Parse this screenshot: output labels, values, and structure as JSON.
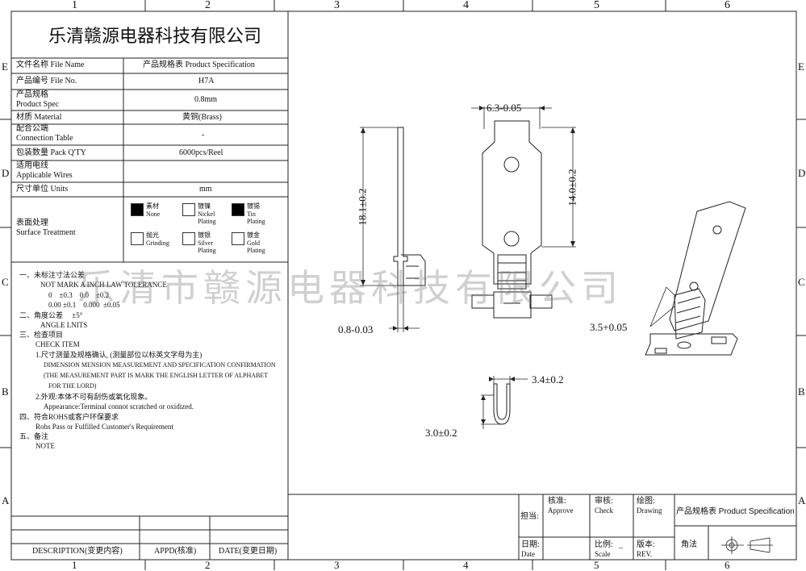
{
  "border": {
    "cols_top": [
      "1",
      "2",
      "3",
      "4",
      "5",
      "6"
    ],
    "cols_bottom": [
      "1",
      "2",
      "3",
      "4",
      "5",
      "6"
    ],
    "rows_left": [
      "E",
      "D",
      "C",
      "B",
      "A"
    ],
    "rows_right": [
      "E",
      "D",
      "C",
      "B",
      "A"
    ]
  },
  "company": "乐清赣源电器科技有限公司",
  "watermark": "乐清市赣源电器科技有限公司",
  "spec_table": [
    {
      "label": "文件名称 File Name",
      "value": "产品规格表 Product Specification"
    },
    {
      "label": "产品编号 File No.",
      "value": "H7A"
    },
    {
      "label": "产品规格",
      "label2": "Product Spec",
      "value": "0.8mm"
    },
    {
      "label": "材质 Material",
      "value": "黄铜(Brass)"
    },
    {
      "label": "配合公端",
      "label2": "Connection Table",
      "value": "-"
    },
    {
      "label": "包装数量 Pack Q'TY",
      "value": "6000pcs/Reel"
    },
    {
      "label": "适用电线",
      "label2": "Applicable Wires",
      "value": ""
    },
    {
      "label": "尺寸单位 Units",
      "value": "mm"
    }
  ],
  "surface": {
    "label": "表面处理",
    "label2": "Surface Treatment",
    "options": [
      {
        "cn": "素材",
        "en": "None",
        "en2": "",
        "filled": true
      },
      {
        "cn": "镀镍",
        "en": "Nickel",
        "en2": "Plating",
        "filled": false
      },
      {
        "cn": "镀锡",
        "en": "Tin",
        "en2": "Plating",
        "filled": true
      },
      {
        "cn": "抛光",
        "en": "Grinding",
        "en2": "",
        "filled": false
      },
      {
        "cn": "镀银",
        "en": "Silver",
        "en2": "Plating",
        "filled": false
      },
      {
        "cn": "镀金",
        "en": "Gold",
        "en2": "Plating",
        "filled": false
      }
    ]
  },
  "notes": [
    "一、未标注寸法公差",
    "NOT MARK A INCH LAW TOLERANCE",
    "0    ±0.3    0.0    ±0.2",
    "0.00 ±0.1    0.000  ±0.05",
    "二、角度公差     ±5°",
    "ANGLE LNITS",
    "三、检查项目",
    "CHECK ITEM",
    "1.尺寸测量及规格确认, (测量部位以标英文字母为主)",
    "DIMENSION MENSION MEASUREMENT AND SPECIFICATION CONFIRMATION",
    "(THE MEASUREMENT PART IS MARK THE ENGLISH LETTER OF ALPHABET",
    "FOR THE LORD)",
    "2.外观:本体不可有刮伤或氧化现象。",
    "Appearance:Terminal connot scratched or oxidized.",
    "四、符合ROHS或客户环保要求",
    "Rohs Pass or Fulfilled Customer's Requirement",
    "五、备注",
    "NOTE"
  ],
  "revision": {
    "description": "DESCRIPTION(变更内容)",
    "appd": "APPD(核准)",
    "date": "DATE(变更日期)"
  },
  "dims": {
    "width_top": "6.3-0.05",
    "height_left": "18.1±0.2",
    "height_right": "14.0±0.2",
    "thickness": "0.8-0.03",
    "iso_width": "3.5+0.05",
    "u_width": "3.4±0.2",
    "u_height": "3.0±0.2"
  },
  "titleblock": {
    "responsible": "担当:",
    "verify_cn": "核准:",
    "verify_en": "Approve",
    "check_cn": "审核:",
    "check_en": "Check",
    "drawing_cn": "绘图:",
    "drawing_en": "Drawing",
    "title": "产品规格表 Product Specification",
    "date_cn": "日期:",
    "date_en": "Date",
    "scale_cn": "比例:",
    "scale_en": "Scale",
    "scale_val": "_",
    "rev_cn": "版本:",
    "rev_en": "REV.",
    "angle": "角法"
  }
}
